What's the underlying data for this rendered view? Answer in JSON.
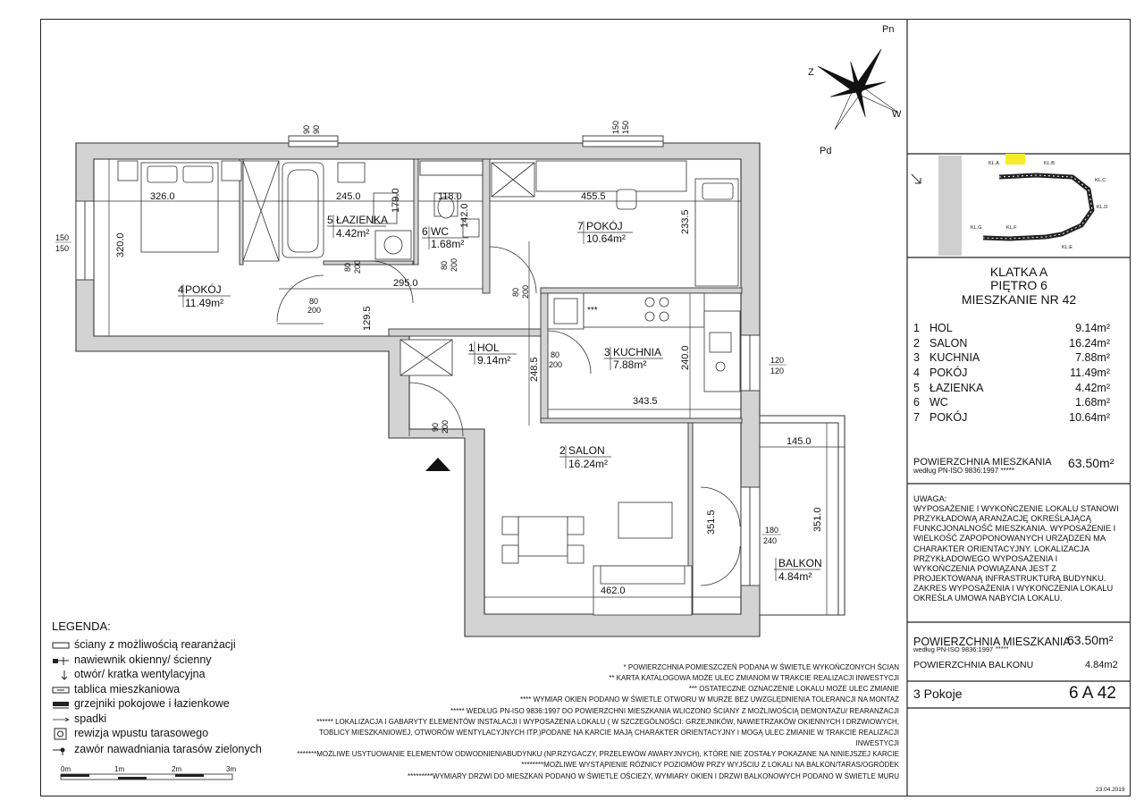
{
  "compass": {
    "north": "Pn",
    "south": "Pd",
    "east": "W",
    "west": "Z"
  },
  "keyplan": {
    "labels": [
      "KL.A",
      "KL.B",
      "KL.C",
      "KL.D",
      "KL.E",
      "KL.F",
      "KL.G"
    ],
    "highlight_color": "#f7ea2b"
  },
  "header": {
    "stair": "KLATKA A",
    "floor": "PIĘTRO 6",
    "apartment": "MIESZKANIE NR 42"
  },
  "rooms": [
    {
      "no": "1",
      "name": "HOL",
      "area": "9.14m²"
    },
    {
      "no": "2",
      "name": "SALON",
      "area": "16.24m²"
    },
    {
      "no": "3",
      "name": "KUCHNIA",
      "area": "7.88m²"
    },
    {
      "no": "4",
      "name": "POKÓJ",
      "area": "11.49m²"
    },
    {
      "no": "5",
      "name": "ŁAZIENKA",
      "area": "4.42m²"
    },
    {
      "no": "6",
      "name": "WC",
      "area": "1.68m²"
    },
    {
      "no": "7",
      "name": "POKÓJ",
      "area": "10.64m²"
    }
  ],
  "total_area": {
    "label": "POWIERZCHNIA MIESZKANIA",
    "sub": "według PN-ISO 9836:1997 *****",
    "value": "63.50m²"
  },
  "notes": {
    "title": "UWAGA:",
    "text": "WYPOSAŻENIE I WYKOŃCZENIE LOKALU STANOWI PRZYKŁADOWĄ ARANŻACJĘ OKREŚLAJĄCĄ FUNKCJONALNOŚĆ MIESZKANIA. WYPOSAŻENIE I WIELKOŚĆ ZAPOPONOWANYCH URZĄDZEŃ MA CHARAKTER ORIENTACYJNY. LOKALIZACJA PRZYKŁADOWEGO WYPOSAŻENIA I WYKOŃCZENIA POWIĄZANA JEST Z PROJEKTOWANĄ INFRASTRUKTURĄ BUDYNKU. ZAKRES WYPOSAŻENIA I WYKOŃCZENIA LOKALU OKREŚLA UMOWA NABYCIA LOKALU."
  },
  "summary": {
    "area_label": "POWIERZCHNIA MIESZKANIA",
    "area_sub": "według PN-ISO 9836:1997",
    "area_stars": "*****",
    "area_value": "63.50m²",
    "balcony_label": "POWIERZCHNIA BALKONU",
    "balcony_value": "4.84m2",
    "rooms_count": "3 Pokoje",
    "code": "6 A 42"
  },
  "date": "23.04.2019",
  "legend": {
    "title": "LEGENDA:",
    "items": [
      "ściany z możliwością rearanżacji",
      "nawiewnik okienny/ ścienny",
      "otwór/ kratka wentylacyjna",
      "tablica mieszkaniowa",
      "grzejniki pokojowe i łazienkowe",
      "spadki",
      "rewizja wpustu tarasowego",
      "zawór nawadniania tarasów zielonych"
    ],
    "scale": [
      "0m",
      "1m",
      "2m",
      "3m"
    ]
  },
  "footnotes": [
    "* POWIERZCHNIA POMIESZCZEŃ PODANA W ŚWIETLE WYKOŃCZONYCH ŚCIAN",
    "** KARTA KATALOGOWA MOŻE ULEC ZMIANOM W TRAKCIE REALIZACJI INWESTYCJI",
    "*** OSTATECZNE OZNACZENIE LOKALU MOŻE ULEC ZMIANIE",
    "**** WYMIAR OKIEN PODANO W ŚWIETLE OTWORU W MURZE BEZ UWZGLĘDNIENIA TOLERANCJI NA MONTAŻ",
    "***** WEDŁUG PN-ISO 9836:1997 DO POWIERZCHNI MIESZKANIA WLICZONO ŚCIANY Z MOŻLIWOŚCIĄ DEMONTAŻU/ REARANŻACJI",
    "****** LOKALIZACJA I GABARYTY ELEMENTÓW INSTALACJI I WYPOSAŻENIA LOKALU ( W SZCZEGÓLNOŚCI: GRZEJNIKÓW, NAWIETRZAKÓW OKIENNYCH I DRZWIOWYCH,",
    "TOBLICY MIESZKANIOWEJ, OTWORÓW WENTYLACYJNYCH ITP.)PODANE NA KARCIE MAJĄ CHARAKTER ORIENTACYJNY I MOGĄ ULEC ZMIANIE W TRAKCIE REALIZACJI INWESTYCJI",
    "*******MOŻLIWE USYTUOWANIE ELEMENTÓW ODWODNIENIABUDYNKU (NP.RZYGACZY, PRZELEWÓW AWARYJNYCH), KTÓRE NIE ZOSTAŁY POKAZANE NA NINIEJSZEJ KARCIE",
    "********MOŻLIWE WYSTĄPIENIE RÓŻNICY POZIOMÓW PRZY WYJŚCIU Z LOKALI NA BALKON/TARAS/OGRÓDEK",
    "*********WYMIARY DRZWI DO MIESZKAŃ PODANO W ŚWIETLE OŚCIEŻY, WYMIARY OKIEN I DRZWI BALKONOWYCH PODANO W ŚWIETLE MURU"
  ],
  "plan": {
    "room_labels": [
      {
        "no": "4",
        "name": "POKÓJ",
        "area": "11.49m²"
      },
      {
        "no": "5",
        "name": "ŁAZIENKA",
        "area": "4.42m²"
      },
      {
        "no": "6",
        "name": "WC",
        "area": "1.68m²"
      },
      {
        "no": "7",
        "name": "POKÓJ",
        "area": "10.64m²"
      },
      {
        "no": "1",
        "name": "HOL",
        "area": "9.14m²"
      },
      {
        "no": "3",
        "name": "KUCHNIA",
        "area": "7.88m²"
      },
      {
        "no": "2",
        "name": "SALON",
        "area": "16.24m²"
      },
      {
        "no": "",
        "name": "BALKON",
        "area": "4.84m²"
      }
    ],
    "dimensions": [
      "326.0",
      "245.0",
      "118.0",
      "455.5",
      "179.0",
      "142.0",
      "233.5",
      "320.0",
      "295.0",
      "129.5",
      "248.5",
      "240.0",
      "343.5",
      "145.0",
      "351.5",
      "351.0",
      "462.0"
    ],
    "openings": [
      {
        "w": "90",
        "h": "90"
      },
      {
        "w": "150",
        "h": "150"
      },
      {
        "w": "150",
        "h": "150"
      },
      {
        "w": "120",
        "h": "120"
      },
      {
        "w": "80",
        "h": "200"
      },
      {
        "w": "80",
        "h": "200"
      },
      {
        "w": "80",
        "h": "200"
      },
      {
        "w": "80",
        "h": "200"
      },
      {
        "w": "80",
        "h": "200"
      },
      {
        "w": "90",
        "h": "200"
      },
      {
        "w": "180",
        "h": "240"
      }
    ],
    "stove_mark": "***"
  }
}
